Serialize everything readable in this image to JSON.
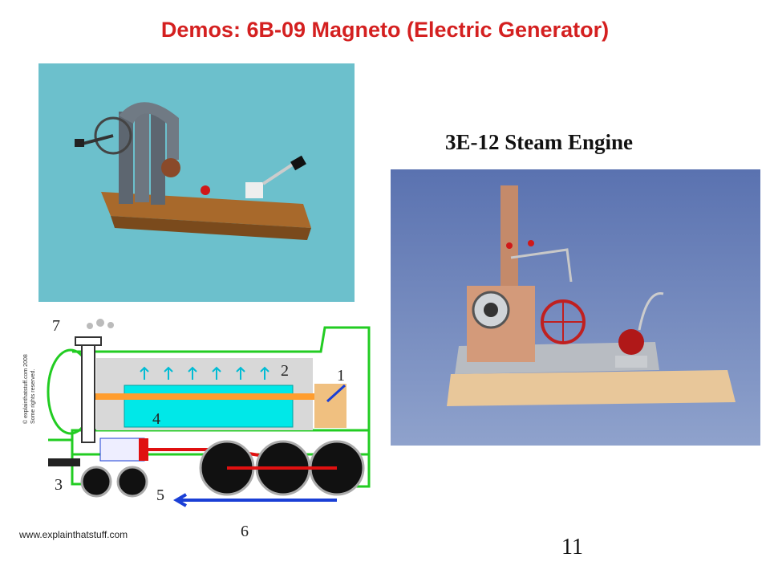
{
  "slide": {
    "title": "Demos: 6B-09 Magneto (Electric Generator)",
    "steam_caption": "3E-12 Steam Engine",
    "page_number": "11"
  },
  "diagram": {
    "labels": [
      "1",
      "2",
      "3",
      "4",
      "5",
      "6",
      "7"
    ],
    "watermark": "www.explainthatstuff.com",
    "copyright_line1": "© explainthatstuff.com 2008",
    "copyright_line2": "Some rights reserved.",
    "colors": {
      "water": "#00e8e8",
      "steam_path": "#ff9d2e",
      "piston": "#e01010",
      "frame": "#22cc22",
      "arrow": "#1a3fd6"
    }
  },
  "colors": {
    "title": "#d42020",
    "magneto_bg": "#6cc0cc",
    "steam_bg": "#7a8fc0"
  }
}
